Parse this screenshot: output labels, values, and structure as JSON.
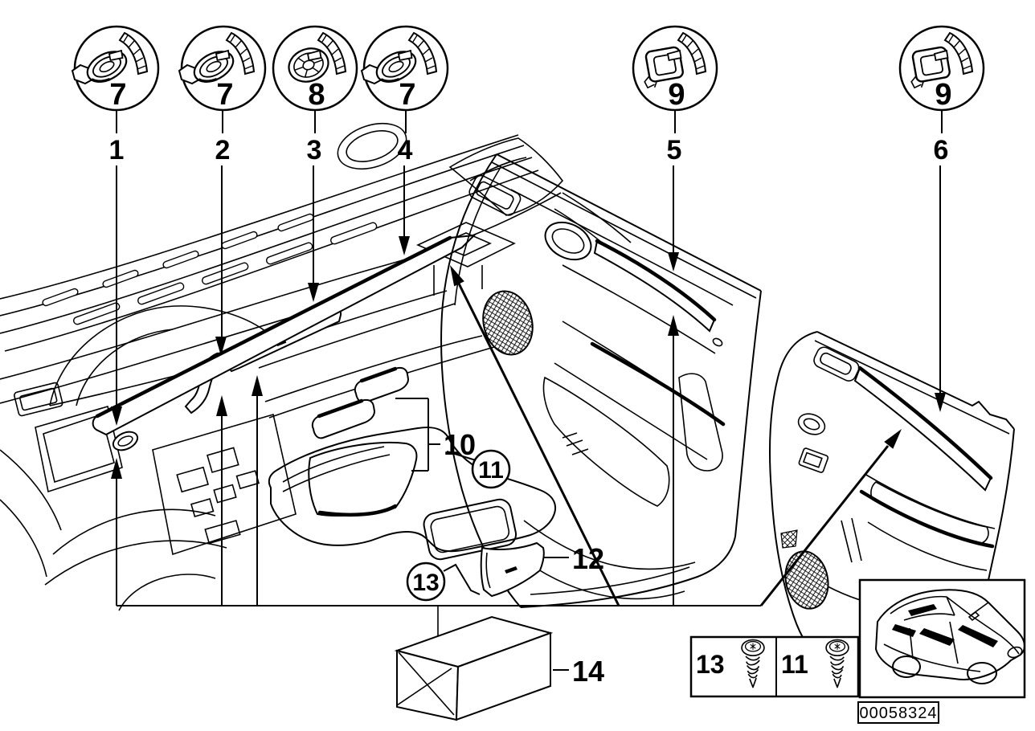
{
  "diagram": {
    "fasteners": [
      {
        "circle_label": "7",
        "icon": "grommet-clip-icon"
      },
      {
        "circle_label": "7",
        "icon": "grommet-clip-icon"
      },
      {
        "circle_label": "8",
        "icon": "wheel-grommet-icon"
      },
      {
        "circle_label": "7",
        "icon": "grommet-clip-icon"
      },
      {
        "circle_label": "9",
        "icon": "square-clip-icon"
      },
      {
        "circle_label": "9",
        "icon": "square-clip-icon"
      }
    ],
    "callouts": [
      "1",
      "2",
      "3",
      "4",
      "5",
      "6"
    ],
    "labels": {
      "group_10": "10",
      "screw_11": "11",
      "trim_12": "12",
      "screw_13": "13",
      "kit_14": "14"
    },
    "screw_table": [
      {
        "ref": "13",
        "icon": "screw-icon"
      },
      {
        "ref": "11",
        "icon": "screw-icon"
      }
    ],
    "part_number": "00058324"
  }
}
